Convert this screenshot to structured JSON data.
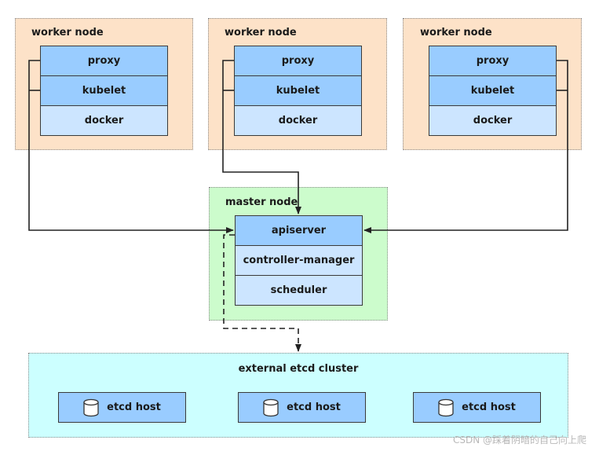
{
  "workers": [
    {
      "title": "worker node",
      "components": [
        "proxy",
        "kubelet",
        "docker"
      ]
    },
    {
      "title": "worker node",
      "components": [
        "proxy",
        "kubelet",
        "docker"
      ]
    },
    {
      "title": "worker node",
      "components": [
        "proxy",
        "kubelet",
        "docker"
      ]
    }
  ],
  "master": {
    "title": "master node",
    "components": [
      "apiserver",
      "controller-manager",
      "scheduler"
    ]
  },
  "etcd": {
    "title": "external etcd cluster",
    "hosts": [
      "etcd host",
      "etcd host",
      "etcd host"
    ],
    "host_icon": "database-icon"
  },
  "watermark": "CSDN @踩着阴暗的自己向上爬",
  "colors": {
    "worker_bg": "#fde2c8",
    "master_bg": "#ccfccc",
    "etcd_bg": "#ccffff",
    "component_primary": "#99ccff",
    "component_secondary": "#cce5ff"
  }
}
